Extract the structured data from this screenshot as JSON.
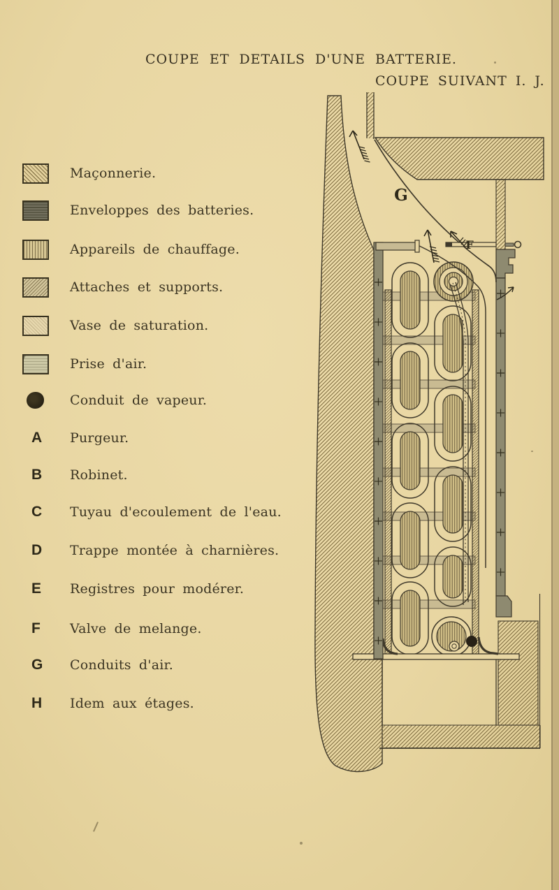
{
  "page": {
    "title": "COUPE ET DETAILS D'UNE BATTERIE.",
    "subtitle": "COUPE SUIVANT I. J."
  },
  "legend": {
    "swatch_items": [
      {
        "pattern": "diagonal-hatch",
        "label": "Maçonnerie."
      },
      {
        "pattern": "dark-horizontal-lines",
        "label": "Enveloppes des batteries."
      },
      {
        "pattern": "vertical-lines",
        "label": "Appareils de chauffage."
      },
      {
        "pattern": "reverse-diagonal-hatch",
        "label": "Attaches et supports."
      },
      {
        "pattern": "light-dotted-hatch",
        "label": "Vase de saturation."
      },
      {
        "pattern": "pale-horizontal-lines",
        "label": "Prise d'air."
      }
    ],
    "symbol_items": [
      {
        "symbol": "filled-circle",
        "label": "Conduit de vapeur."
      }
    ],
    "letter_items": [
      {
        "letter": "A",
        "label": "Purgeur."
      },
      {
        "letter": "B",
        "label": "Robinet."
      },
      {
        "letter": "C",
        "label": "Tuyau d'ecoulement de l'eau."
      },
      {
        "letter": "D",
        "label": "Trappe montée à charnières."
      },
      {
        "letter": "E",
        "label": "Registres pour modérer."
      },
      {
        "letter": "F",
        "label": "Valve de melange."
      },
      {
        "letter": "G",
        "label": "Conduits d'air."
      },
      {
        "letter": "H",
        "label": "Idem aux étages."
      }
    ]
  },
  "diagram": {
    "labels": {
      "duct_g": "G",
      "valve_f": "F"
    }
  },
  "colors": {
    "paper": "#e8d6a2",
    "ink": "#3b3422",
    "hatch_line": "#7d6b3f",
    "metal_band": "#98947a"
  }
}
